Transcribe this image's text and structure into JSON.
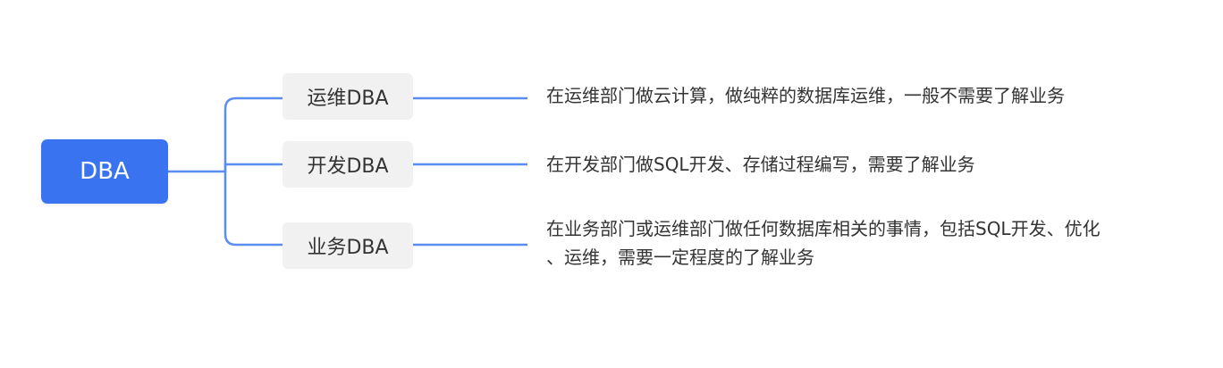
{
  "root": {
    "label": "DBA"
  },
  "branches": [
    {
      "label": "运维DBA",
      "description": "在运维部门做云计算，做纯粹的数据库运维，一般不需要了解业务"
    },
    {
      "label": "开发DBA",
      "description": "在开发部门做SQL开发、存储过程编写，需要了解业务"
    },
    {
      "label": "业务DBA",
      "description": "在业务部门或运维部门做任何数据库相关的事情，包括SQL开发、优化\n、运维，需要一定程度的了解业务"
    }
  ],
  "colors": {
    "root_fill": "#3a73f0",
    "connector": "#5b8def",
    "branch_fill": "#f1f1f1",
    "text": "#333333"
  }
}
